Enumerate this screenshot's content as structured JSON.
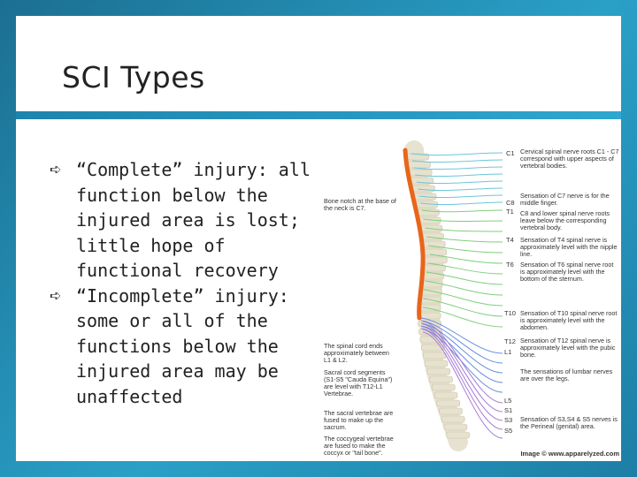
{
  "slide": {
    "title": "SCI Types",
    "bullets": [
      "“Complete” injury: all function below the injured area is lost; little hope of functional recovery",
      "“Incomplete” injury: some or all of the functions below the injured area may be unaffected"
    ],
    "bullet_icon": "arrow-bullet-icon"
  },
  "diagram": {
    "levels": [
      "C1",
      "C8",
      "T1",
      "T4",
      "T6",
      "T10",
      "T12",
      "L1",
      "L5",
      "S1",
      "S3",
      "S5"
    ],
    "right_notes": [
      "Cervical spinal nerve roots C1 - C7 correspond with upper aspects of vertebral bodies.",
      "Sensation of C7 nerve is for the middle finger.",
      "C8 and lower spinal nerve roots leave below the corresponding vertebral body.",
      "Sensation of T4 spinal nerve is approximately level with the nipple line.",
      "Sensation of T6 spinal nerve root is approximately level with the bottom of the sternum.",
      "Sensation of T10 spinal nerve root is approximately level with the abdomen.",
      "Sensation of T12 spinal nerve is approximately level with the pubic bone.",
      "The sensations of lumbar nerves are over the legs.",
      "Sensation of S3,S4 & S5 nerves is the Perineal (genital) area."
    ],
    "left_notes": [
      "Bone notch at the base of the neck is C7.",
      "The spinal cord ends approximately between L1 & L2.",
      "Sacral cord segments (S1-S5 \"Cauda Equina\") are level with T12-L1 Vertebrae.",
      "The sacral vertebrae are fused to make up the sacrum.",
      "The coccygeal vertebrae are fused to make the coccyx or \"tail bone\"."
    ],
    "credit": "Image © www.apparelyzed.com",
    "colors": {
      "cord": "#e8651a",
      "cervical_nerves": "#6cc6d8",
      "thoracic_nerves": "#7fcf7a",
      "lumbar_nerves": "#6a8fe0",
      "sacral_nerves": "#a67ad6",
      "bone": "#e6e2cf"
    }
  }
}
